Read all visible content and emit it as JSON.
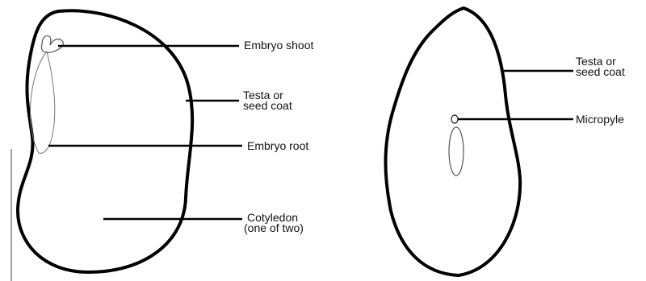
{
  "left_seed": {
    "labels": {
      "embryo_shoot": "Embryo shoot",
      "testa_line1": "Testa or",
      "testa_line2": "seed coat",
      "embryo_root": "Embryo root",
      "cotyledon_line1": "Cotyledon",
      "cotyledon_line2": "(one of two)"
    }
  },
  "right_seed": {
    "labels": {
      "testa_line1": "Testa or",
      "testa_line2": "seed coat",
      "micropyle": "Micropyle"
    }
  },
  "colors": {
    "outline": "#000000",
    "detail": "#555555",
    "background": "#ffffff"
  }
}
